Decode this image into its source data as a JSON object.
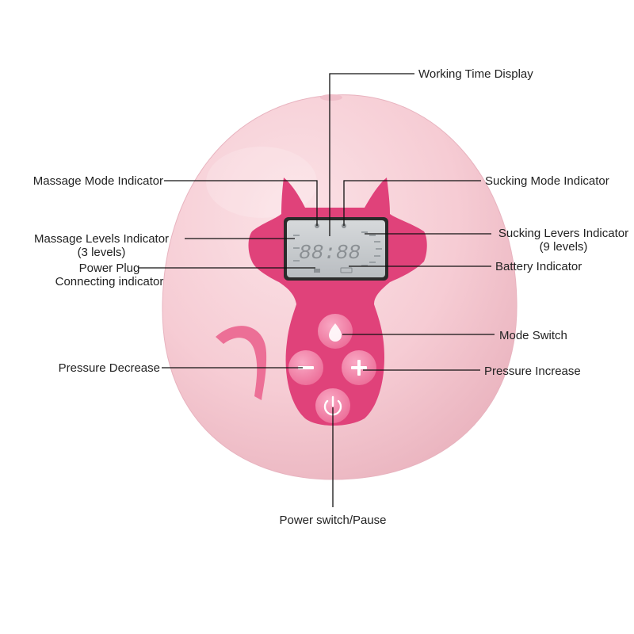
{
  "display": {
    "time_readout": "88:88"
  },
  "callouts": {
    "working_time_display": "Working Time Display",
    "massage_mode_indicator": "Massage Mode Indicator",
    "sucking_mode_indicator": "Sucking Mode Indicator",
    "massage_levels_indicator": "Massage Levels Indicator",
    "massage_levels_sub": "(3 levels)",
    "sucking_levers_indicator": "Sucking Levers Indicator",
    "sucking_levers_sub": "(9 levels)",
    "power_plug": "Power Plug",
    "power_plug_sub": "Connecting indicator",
    "battery_indicator": "Battery Indicator",
    "mode_switch": "Mode Switch",
    "pressure_decrease": "Pressure Decrease",
    "pressure_increase": "Pressure Increase",
    "power_switch_pause": "Power switch/Pause"
  },
  "colors": {
    "body_pink": "#f7cfd6",
    "panel_magenta": "#e0427a",
    "button_pink": "#f07aa3",
    "lcd_gray": "#c9cdd0",
    "leader_line": "#111111"
  }
}
